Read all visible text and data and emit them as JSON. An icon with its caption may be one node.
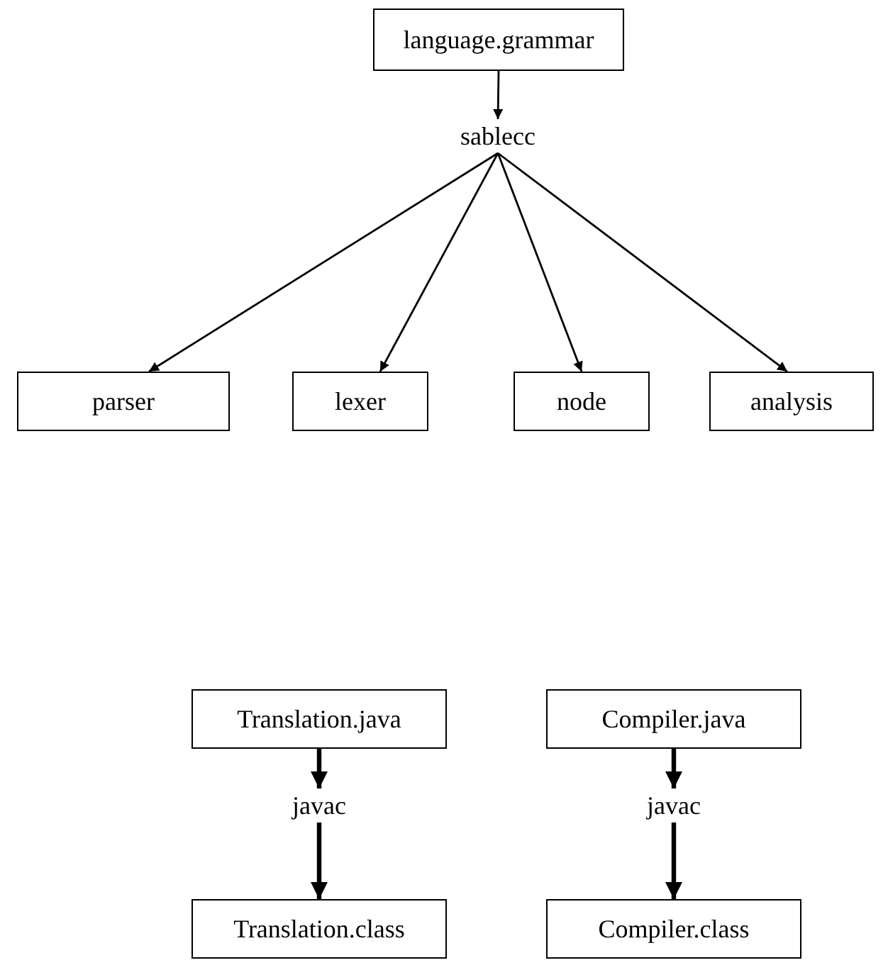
{
  "diagram": {
    "nodes": [
      {
        "text": [
          "language.grammar"
        ]
      },
      {
        "text": [
          "sablecc"
        ]
      },
      {
        "text": [
          "parser"
        ]
      },
      {
        "text": [
          "lexer"
        ]
      },
      {
        "text": [
          "node"
        ]
      },
      {
        "text": [
          "analysis"
        ]
      },
      {
        "text": [
          "Translation.java"
        ]
      },
      {
        "text": [
          "Compiler.java"
        ]
      },
      {
        "text": [
          "javac"
        ]
      },
      {
        "text": [
          "javac"
        ]
      },
      {
        "text": [
          "Translation.class"
        ]
      },
      {
        "text": [
          "Compiler.class"
        ]
      }
    ],
    "edges": [
      {
        "from": 0,
        "to": 1,
        "arrow": "to"
      },
      {
        "from": 1,
        "to": 2,
        "arrow": "to"
      },
      {
        "from": 1,
        "to": 3,
        "arrow": "to"
      },
      {
        "from": 1,
        "to": 4,
        "arrow": "to"
      },
      {
        "from": 1,
        "to": 5,
        "arrow": "to"
      },
      {
        "from": 6,
        "to": 8,
        "arrow": "to",
        "style": "thick"
      },
      {
        "from": 8,
        "to": 10,
        "arrow": "to",
        "style": "thick"
      },
      {
        "from": 7,
        "to": 9,
        "arrow": "to",
        "style": "thick"
      },
      {
        "from": 9,
        "to": 11,
        "arrow": "to",
        "style": "thick"
      }
    ]
  }
}
